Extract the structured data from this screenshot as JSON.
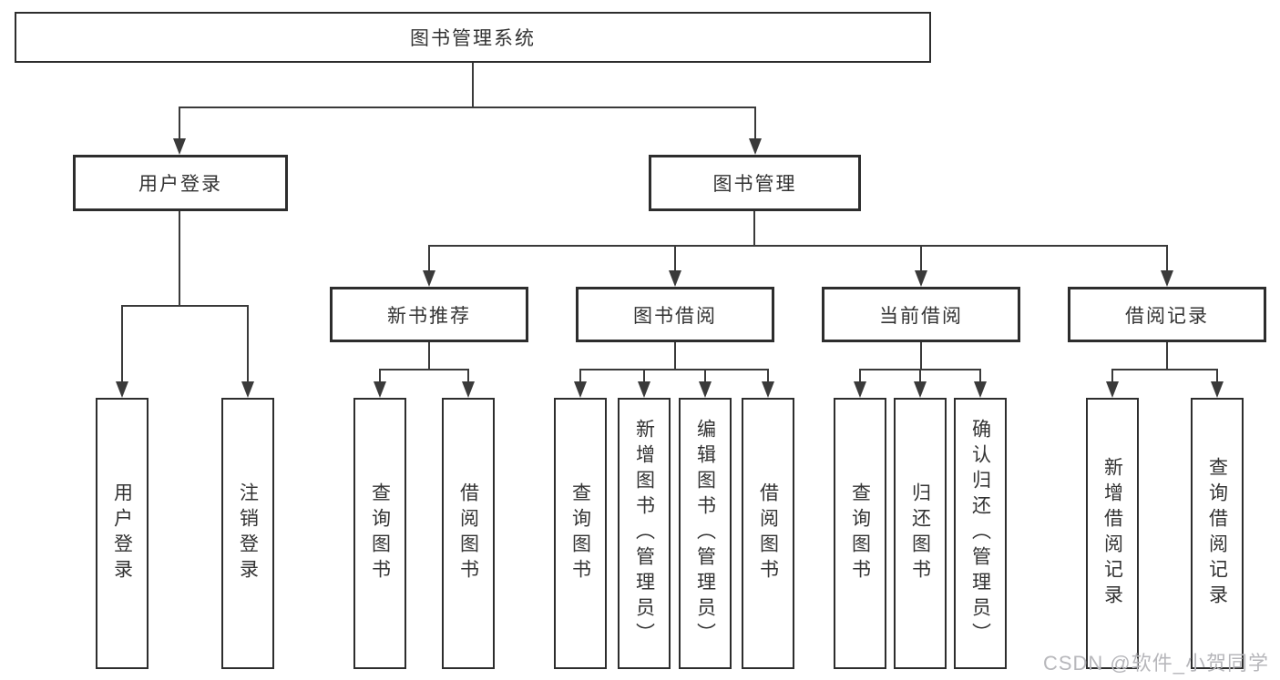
{
  "diagram": {
    "title": "图书管理系统",
    "root": {
      "label": "图书管理系统",
      "children": [
        {
          "label": "用户登录",
          "children": [
            {
              "label": "用户登录"
            },
            {
              "label": "注销登录"
            }
          ]
        },
        {
          "label": "图书管理",
          "children": [
            {
              "label": "新书推荐",
              "children": [
                {
                  "label": "查询图书"
                },
                {
                  "label": "借阅图书"
                }
              ]
            },
            {
              "label": "图书借阅",
              "children": [
                {
                  "label": "查询图书"
                },
                {
                  "label": "新增图书（管理员）"
                },
                {
                  "label": "编辑图书（管理员）"
                },
                {
                  "label": "借阅图书"
                }
              ]
            },
            {
              "label": "当前借阅",
              "children": [
                {
                  "label": "查询图书"
                },
                {
                  "label": "归还图书"
                },
                {
                  "label": "确认归还（管理员）"
                }
              ]
            },
            {
              "label": "借阅记录",
              "children": [
                {
                  "label": "新增借阅记录"
                },
                {
                  "label": "查询借阅记录"
                }
              ]
            }
          ]
        }
      ]
    }
  },
  "watermark": {
    "text": "CSDN @软件_小贺同学"
  },
  "colors": {
    "line": "#3a3a3a",
    "border": "#2d2d2d",
    "text": "#333333",
    "watermark": "#b7b7bb",
    "background": "#ffffff"
  }
}
